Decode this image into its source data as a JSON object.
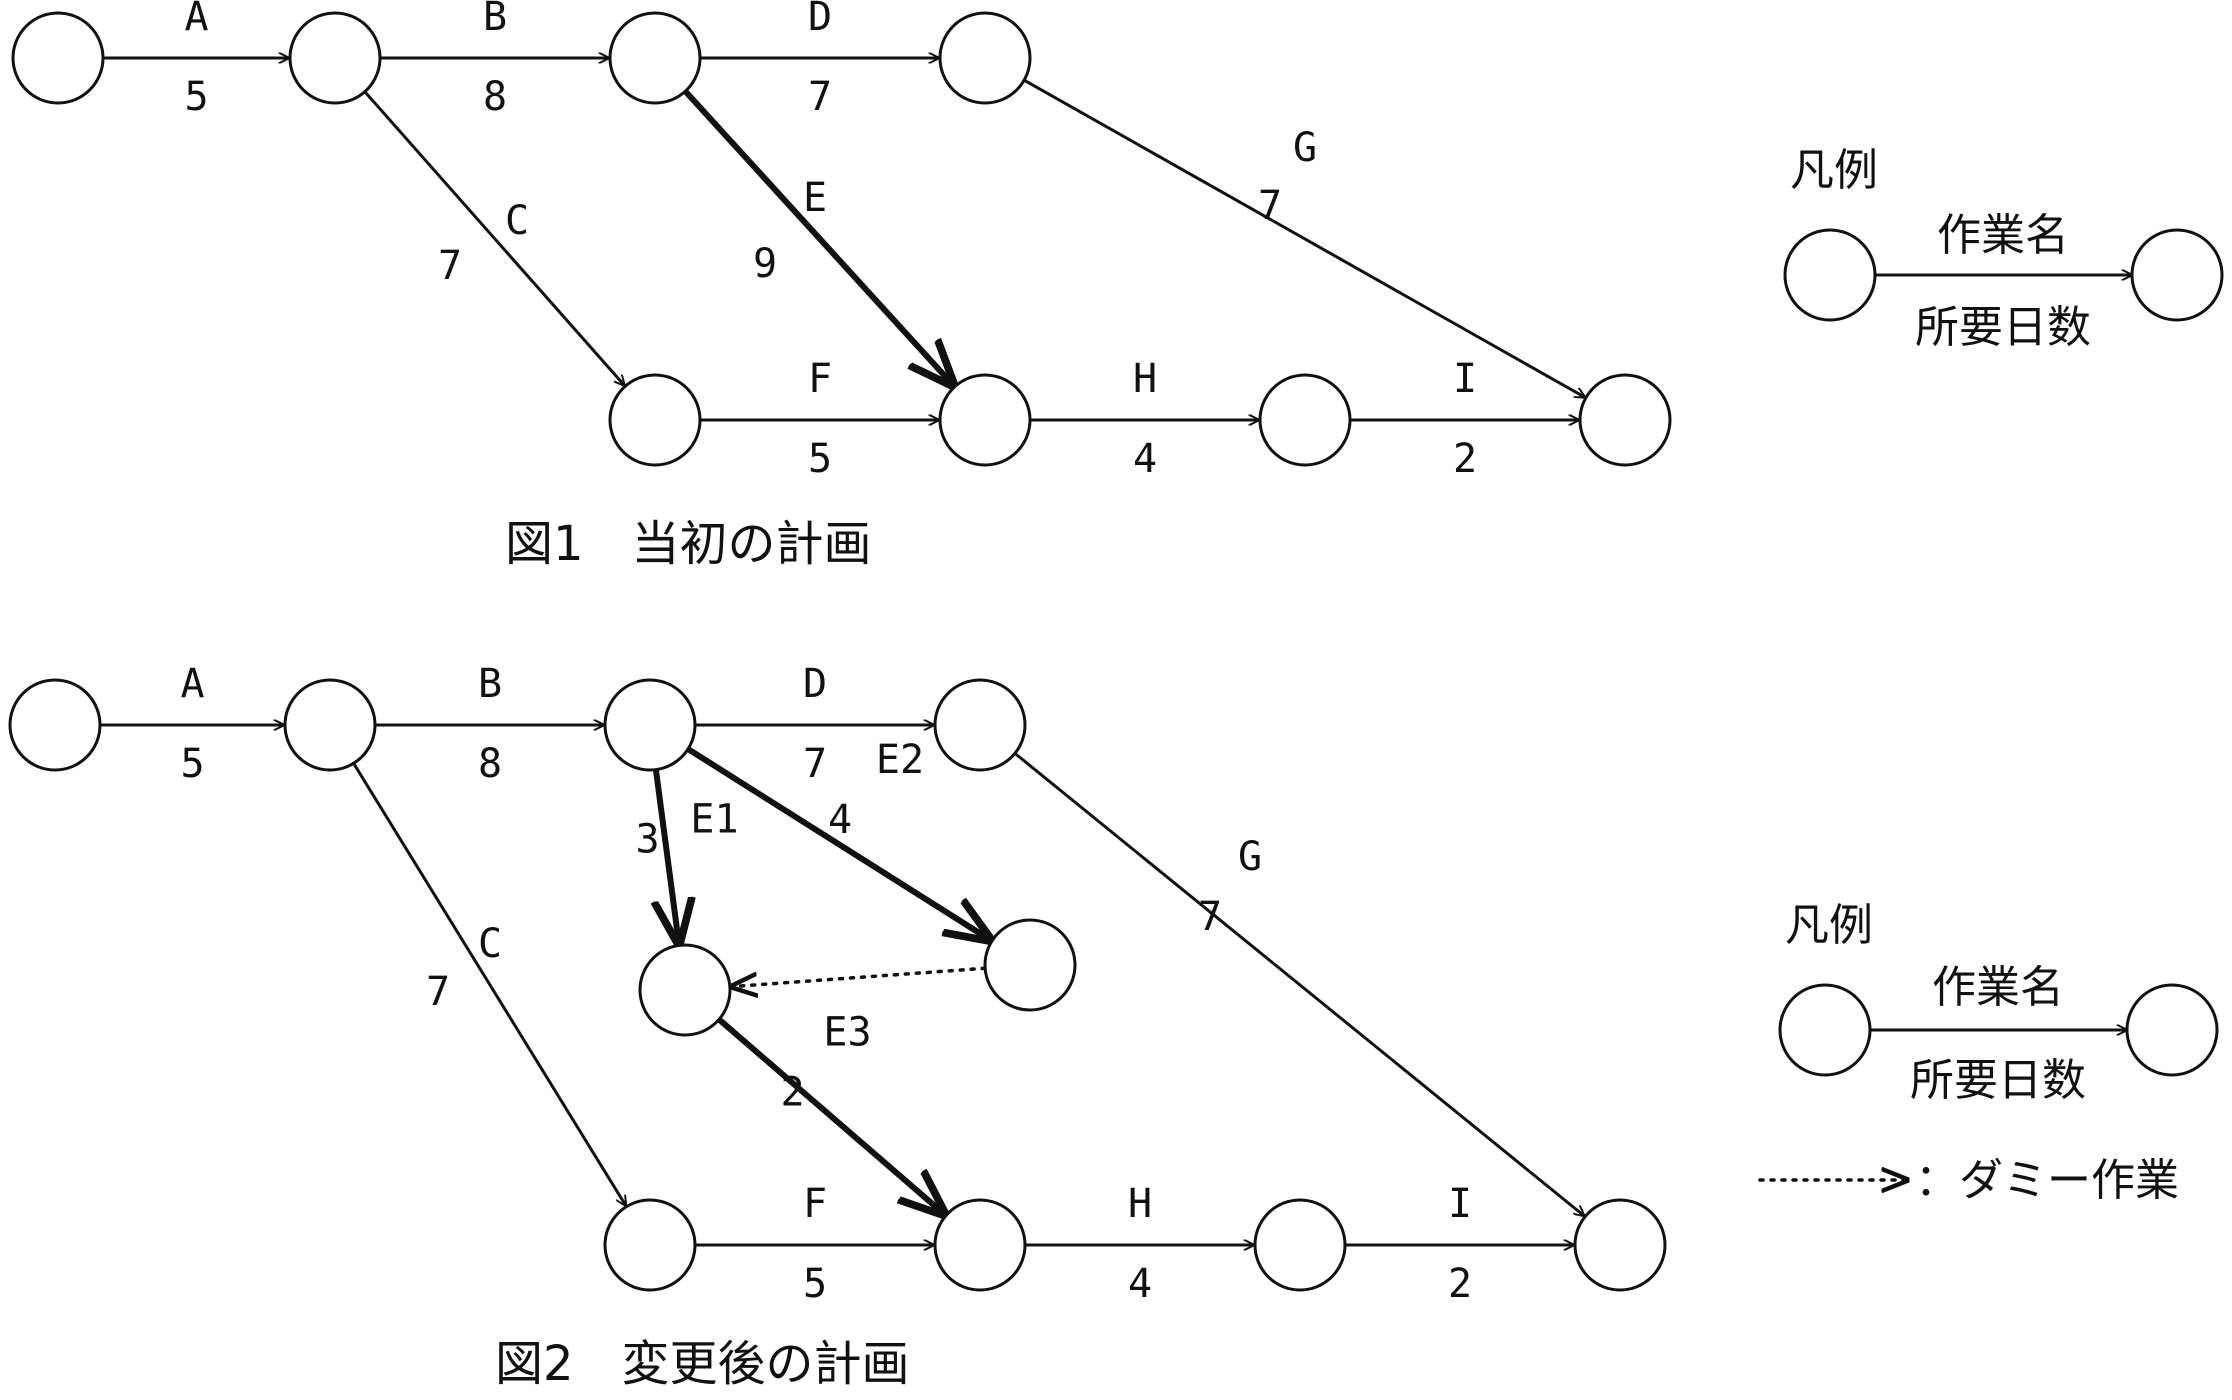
{
  "figures": [
    {
      "id": "fig1",
      "caption": "図1　当初の計画",
      "nodes": [
        "n1",
        "n2",
        "n3",
        "n4",
        "n5",
        "n6",
        "n7",
        "n8"
      ],
      "edges": [
        {
          "from": "n1",
          "to": "n2",
          "name": "A",
          "days": "5",
          "bold": false
        },
        {
          "from": "n2",
          "to": "n3",
          "name": "B",
          "days": "8",
          "bold": false
        },
        {
          "from": "n3",
          "to": "n4",
          "name": "D",
          "days": "7",
          "bold": false
        },
        {
          "from": "n2",
          "to": "n5",
          "name": "C",
          "days": "7",
          "bold": false
        },
        {
          "from": "n3",
          "to": "n6",
          "name": "E",
          "days": "9",
          "bold": true
        },
        {
          "from": "n5",
          "to": "n6",
          "name": "F",
          "days": "5",
          "bold": false
        },
        {
          "from": "n6",
          "to": "n7",
          "name": "H",
          "days": "4",
          "bold": false
        },
        {
          "from": "n7",
          "to": "n8",
          "name": "I",
          "days": "2",
          "bold": false
        },
        {
          "from": "n4",
          "to": "n8",
          "name": "G",
          "days": "7",
          "bold": false
        }
      ]
    },
    {
      "id": "fig2",
      "caption": "図2　変更後の計画",
      "nodes": [
        "m1",
        "m2",
        "m3",
        "m4",
        "m5",
        "m6",
        "m7",
        "m8",
        "m9",
        "m10"
      ],
      "edges": [
        {
          "from": "m1",
          "to": "m2",
          "name": "A",
          "days": "5",
          "bold": false
        },
        {
          "from": "m2",
          "to": "m3",
          "name": "B",
          "days": "8",
          "bold": false
        },
        {
          "from": "m3",
          "to": "m4",
          "name": "D",
          "days": "7",
          "bold": false
        },
        {
          "from": "m3",
          "to": "m5",
          "name": "E1",
          "days": "3",
          "bold": true
        },
        {
          "from": "m3",
          "to": "m6",
          "name": "E2",
          "days": "4",
          "bold": true
        },
        {
          "from": "m6",
          "to": "m5",
          "name": "",
          "days": "",
          "dummy": true
        },
        {
          "from": "m5",
          "to": "m8",
          "name": "E3",
          "days": "2",
          "bold": true
        },
        {
          "from": "m2",
          "to": "m7",
          "name": "C",
          "days": "7",
          "bold": false
        },
        {
          "from": "m7",
          "to": "m8",
          "name": "F",
          "days": "5",
          "bold": false
        },
        {
          "from": "m8",
          "to": "m9",
          "name": "H",
          "days": "4",
          "bold": false
        },
        {
          "from": "m9",
          "to": "m10",
          "name": "I",
          "days": "2",
          "bold": false
        },
        {
          "from": "m4",
          "to": "m10",
          "name": "G",
          "days": "7",
          "bold": false
        }
      ]
    }
  ],
  "legend1": {
    "title": "凡例",
    "work_name": "作業名",
    "required_days": "所要日数"
  },
  "legend2": {
    "title": "凡例",
    "work_name": "作業名",
    "required_days": "所要日数",
    "dummy_label": "：ダミー作業"
  }
}
